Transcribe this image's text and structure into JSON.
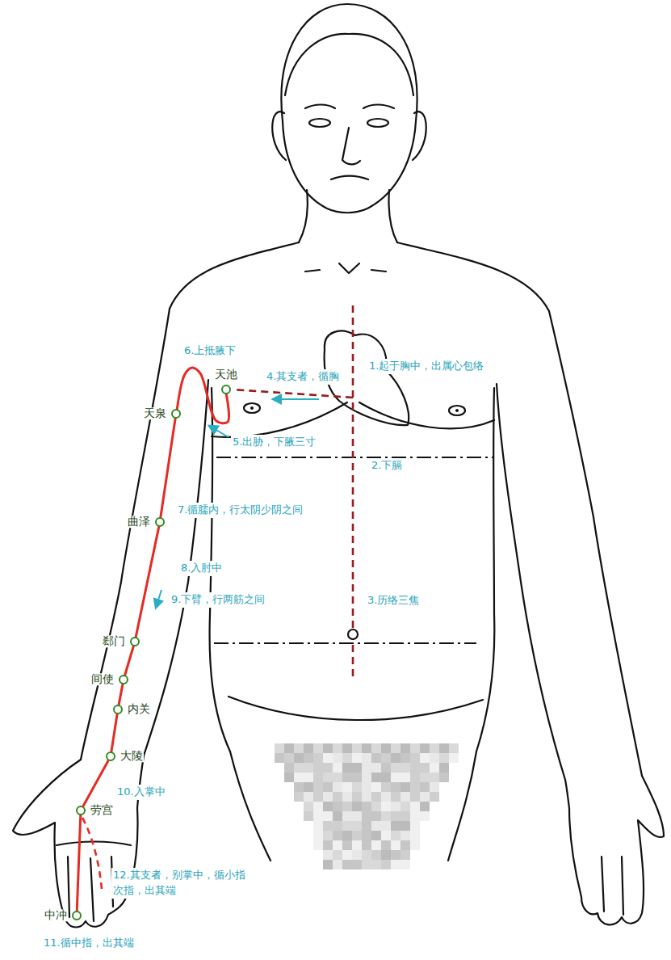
{
  "diagram": {
    "nodes": [
      {
        "text": [
          "天池"
        ]
      },
      {
        "text": [
          "天泉"
        ]
      },
      {
        "text": [
          "曲泽"
        ]
      },
      {
        "text": [
          "郄门"
        ]
      },
      {
        "text": [
          "间使"
        ]
      },
      {
        "text": [
          "内关"
        ]
      },
      {
        "text": [
          "大陵"
        ]
      },
      {
        "text": [
          "劳宫"
        ]
      },
      {
        "text": [
          "中冲"
        ]
      }
    ],
    "edges": [
      {
        "from": 0,
        "to": 1,
        "arrow": "none"
      },
      {
        "from": 1,
        "to": 2,
        "arrow": "none"
      },
      {
        "from": 2,
        "to": 3,
        "arrow": "none"
      },
      {
        "from": 3,
        "to": 4,
        "arrow": "none"
      },
      {
        "from": 4,
        "to": 5,
        "arrow": "none"
      },
      {
        "from": 5,
        "to": 6,
        "arrow": "none"
      },
      {
        "from": 6,
        "to": 7,
        "arrow": "none"
      },
      {
        "from": 7,
        "to": 8,
        "arrow": "none"
      }
    ],
    "labels": [
      "1.起于胸中，出属心包络",
      "2.下膈",
      "3.历络三焦",
      "4.其支者，循胸",
      "5.出胁，下腋三寸",
      "6.上抵腋下",
      "7.循臑内，行太阴少阴之间",
      "8.入肘中",
      "9.下臂，行两筋之间",
      "10.入掌中",
      "11.循中指，出其端",
      "12.其支者，别掌中，循小指次指，出其端"
    ]
  }
}
